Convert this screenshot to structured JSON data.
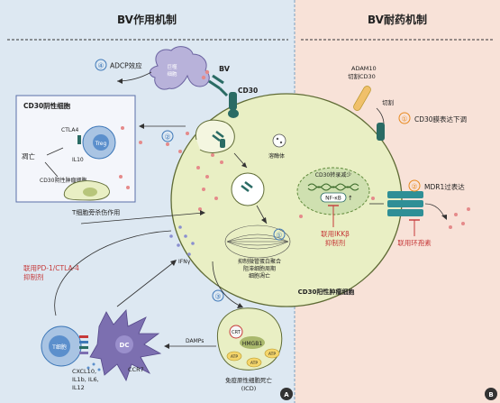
{
  "panel_a": {
    "header": "BV作用机制",
    "corner_label": "A",
    "adcp": {
      "num": "④",
      "label": "ADCP效应"
    },
    "macrophage_label_1": "巨噬",
    "macrophage_label_2": "细胞",
    "bv_label": "BV",
    "cd30_label": "CD30",
    "cd30neg_box": {
      "title": "CD30阴性细胞",
      "ctla4": "CTLA4",
      "treg": "Treg",
      "il10": "IL10",
      "apoptosis": "凋亡",
      "tumor_cell": "CD30阴性肿瘤细胞"
    },
    "step2_num": "②",
    "lysosome": "溶酶体",
    "step1": {
      "num": "①",
      "line1": "抑制微管蛋白聚合",
      "line2": "阻滞细胞周期",
      "line3": "细胞凋亡"
    },
    "t_cell_bystander": "T细胞旁杀伤作用",
    "ifn": "IFNγ",
    "combo_pd1": {
      "line1": "联用PD-1/CTLA-4",
      "line2": "抑制剂"
    },
    "step3_num": "③",
    "damps": "DAMPs",
    "tcell_label": "T细胞",
    "dc_label": "DC",
    "ccr7": "CCR7",
    "cytokines": {
      "line1": "CXCL10,",
      "line2": "IL1b, IL6,",
      "line3": "IL12"
    },
    "icd": {
      "crt": "CRT",
      "hmgb1": "HMGB1",
      "atp": "ATP",
      "line1": "免疫原性细胞死亡",
      "line2": "(ICD)"
    },
    "tumor_cell_label": "CD30阳性肿瘤细胞"
  },
  "panel_b": {
    "header": "BV耐药机制",
    "corner_label": "B",
    "adam10": {
      "line1": "ADAM10",
      "line2": "切割CD30"
    },
    "cleave": "切割",
    "mech1": {
      "num": "①",
      "label": "CD30膜表达下调"
    },
    "mech2": {
      "num": "②",
      "label": "MDR1过表达"
    },
    "nucleus": {
      "line1": "CD30转录减少",
      "nfkb": "NF-κB"
    },
    "ikk": {
      "line1": "联用IKKβ",
      "line2": "抑制剂"
    },
    "cyclo": "联用环孢素"
  },
  "colors": {
    "left_bg": "#dde8f2",
    "right_bg": "#f8e2d8",
    "tumor_fill": "#e9efc4",
    "orange": "#e8891e",
    "red": "#c63a3a",
    "teal": "#2a6b64",
    "blue": "#3e78b8",
    "purple": "#7c6fb0"
  }
}
